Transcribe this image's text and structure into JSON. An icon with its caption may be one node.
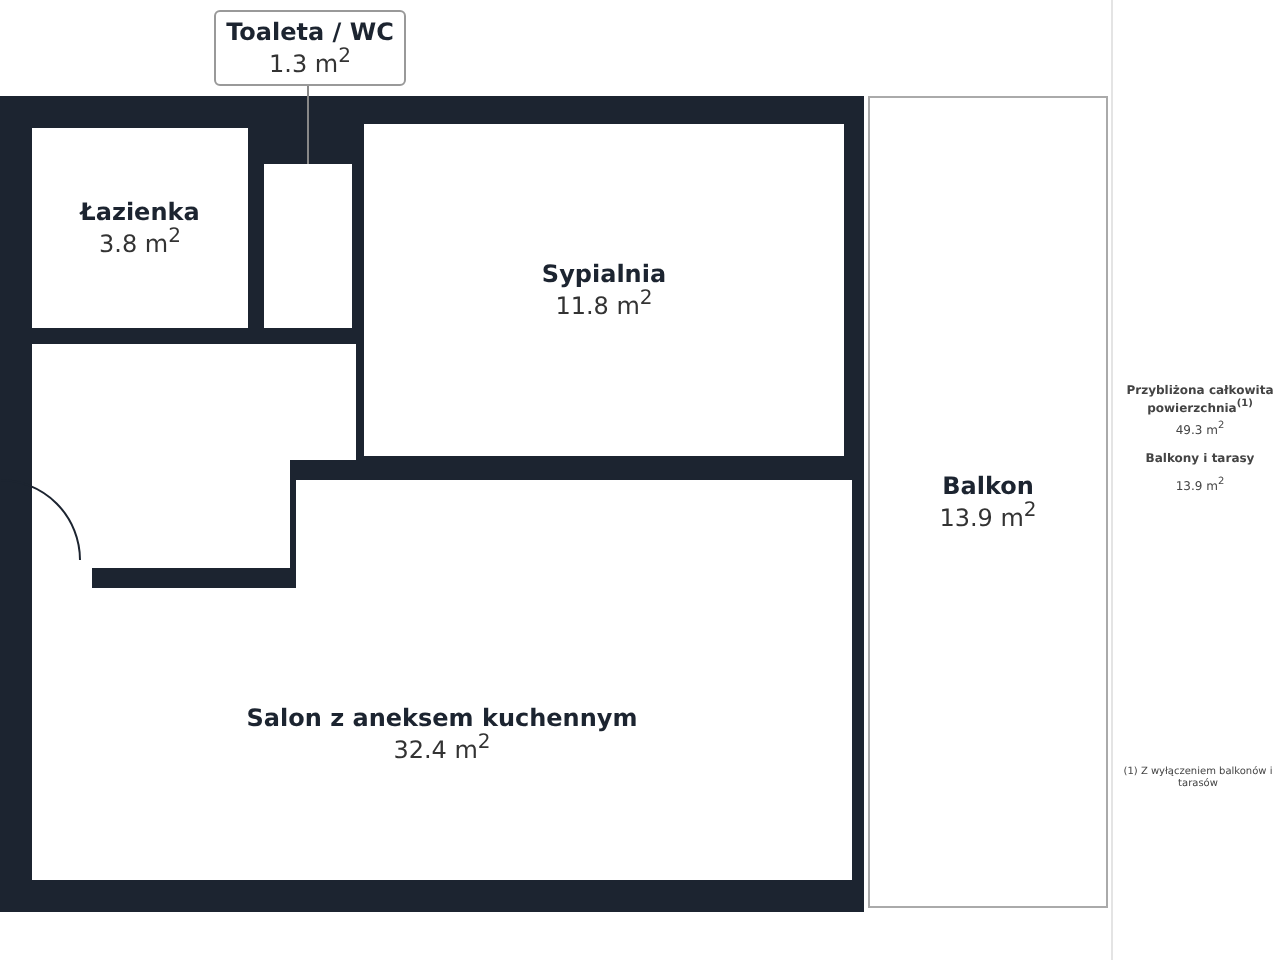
{
  "diagram": {
    "nodes": [
      {
        "text": [
          "Toaleta / WC",
          "1.3 m$^{2}$"
        ]
      },
      {
        "text": [
          "Łazienka",
          "3.8 m$^{2}$"
        ]
      },
      {
        "text": [],
        "shape": "box"
      },
      {
        "text": [
          "Sypialnia",
          "11.8 m$^{2}$"
        ]
      },
      {
        "text": [
          "Balkon",
          "13.9 m$^{2}$"
        ]
      },
      {
        "text": [
          "Salon z aneksem kuchennym",
          "32.4 m$^{2}$"
        ]
      }
    ],
    "edges": [
      {
        "from": 0,
        "to": 2,
        "arrow": "none"
      }
    ],
    "labels": [
      "Przybliżona całkowita powierzchnia$^{(1)}$",
      "49.3 m$^{2}$",
      "Balkony i tarasy",
      "13.9 m$^{2}$",
      "(1) Z wyłączeniem balkonów i tarasów"
    ]
  }
}
